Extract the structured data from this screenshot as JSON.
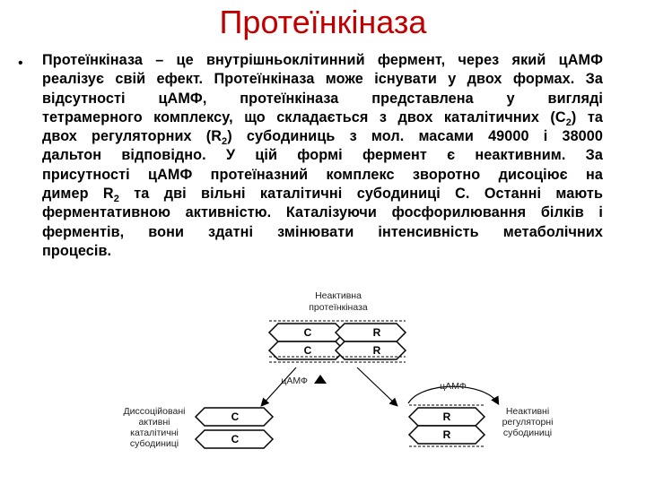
{
  "title": "Протеїнкіназа",
  "bullet": "•",
  "paragraph": {
    "l1": "Протеїнкіназа – це внутрішньоклітинний фермент, через який цАМФ",
    "l2": "реалізує свій ефект. Протеїнкіназа може існувати у двох формах. За",
    "l3": "відсутності цАМФ, протеїнкіназа представлена у вигляді",
    "l4a": "тетрамерного комплексу, що складається з двох каталітичних (С",
    "l4sub": "2",
    "l4b": ") та",
    "l5a": "двох регуляторних (R",
    "l5sub": "2",
    "l5b": ") субодиниць з мол. масами 49000 і 38000",
    "l6": "дальтон відповідно. У цій формі фермент є неактивним. За",
    "l7": "присутності цАМФ протеїназний комплекс зворотно дисоціює на",
    "l8a": "димер R",
    "l8sub": "2",
    "l8b": " та дві вільні каталітичні субодиниці С. Останні мають",
    "l9": "ферментативною активністю. Каталізуючи фосфорилювання білків і",
    "l10": "ферментів, вони здатні змінювати інтенсивність метаболічних",
    "l11": "процесів."
  },
  "diagram": {
    "inactive_label": [
      "Неактивна",
      "протеїнкіназа"
    ],
    "camp_label": "цАМФ",
    "camp_label_right": "цАМФ",
    "dissociated_label": [
      "Диссоційовані",
      "активні",
      "каталітичні",
      "субодиниці"
    ],
    "inactive_reg_label": [
      "Неактивні",
      "регуляторні",
      "субодиниці"
    ],
    "cell_c": "C",
    "cell_r": "R"
  }
}
